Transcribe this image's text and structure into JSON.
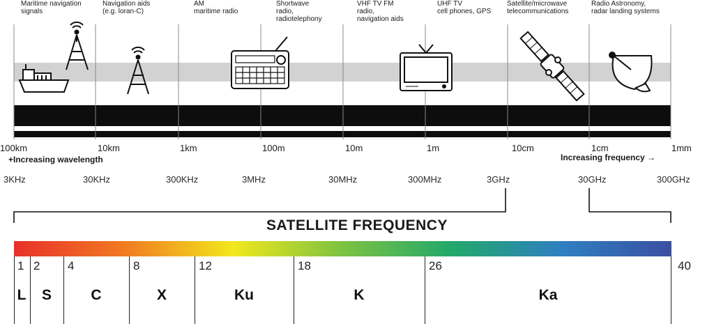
{
  "spectrum": {
    "uses": [
      {
        "label": "Maritime navigation\nsignals"
      },
      {
        "label": "Navigation aids\n(e.g. loran-C)"
      },
      {
        "label": "AM\nmaritime radio"
      },
      {
        "label": "Shortwave\nradio,\nradiotelephony"
      },
      {
        "label": "VHF TV FM\nradio,\nnavigation aids"
      },
      {
        "label": "UHF TV\ncell phones, GPS"
      },
      {
        "label": "Satellite/microwave\ntelecommunications"
      },
      {
        "label": "Radio Astronomy,\nradar landing systems"
      }
    ],
    "wavelengths": [
      "100km",
      "10km",
      "1km",
      "100m",
      "10m",
      "1m",
      "10cm",
      "1cm",
      "1mm"
    ],
    "wavelength_note": "+Increasing wavelength",
    "frequency_note": "Increasing frequency →",
    "frequencies": [
      "3KHz",
      "30KHz",
      "300KHz",
      "3MHz",
      "30MHz",
      "300MHz",
      "3GHz",
      "30GHz",
      "300GHz"
    ]
  },
  "satellite": {
    "title": "SATELLITE FREQUENCY",
    "band_numbers": [
      "1",
      "2",
      "4",
      "8",
      "12",
      "18",
      "26",
      "40"
    ],
    "bands": [
      "L",
      "S",
      "C",
      "X",
      "Ku",
      "K",
      "Ka"
    ],
    "gradient_colors": [
      "#e8312a",
      "#f07a22",
      "#f2e81c",
      "#7cc242",
      "#22a86a",
      "#2f7fc1",
      "#3a4fa0"
    ]
  },
  "icons": [
    "ship-icon",
    "radio-tower-icon",
    "radio-tower-icon",
    "radio-receiver-icon",
    "television-icon",
    "satellite-icon",
    "radar-dish-icon"
  ]
}
